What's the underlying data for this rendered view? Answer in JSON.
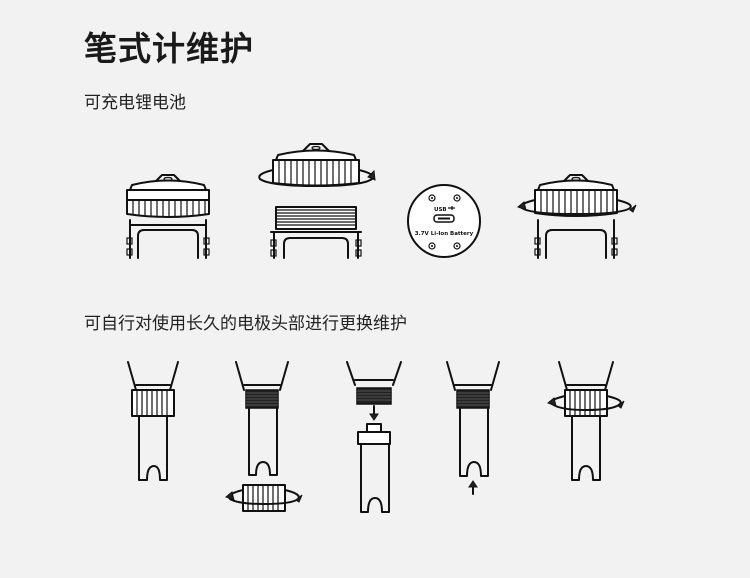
{
  "page": {
    "title": "笔式计维护",
    "section1_text": "可充电锂电池",
    "section2_text": "可自行对使用长久的电极头部进行更换维护"
  },
  "battery_panel": {
    "port_label": "USB",
    "battery_label": "3.7V Li-Ion Battery"
  },
  "colors": {
    "background": "#f2f2f2",
    "ink": "#111111"
  }
}
